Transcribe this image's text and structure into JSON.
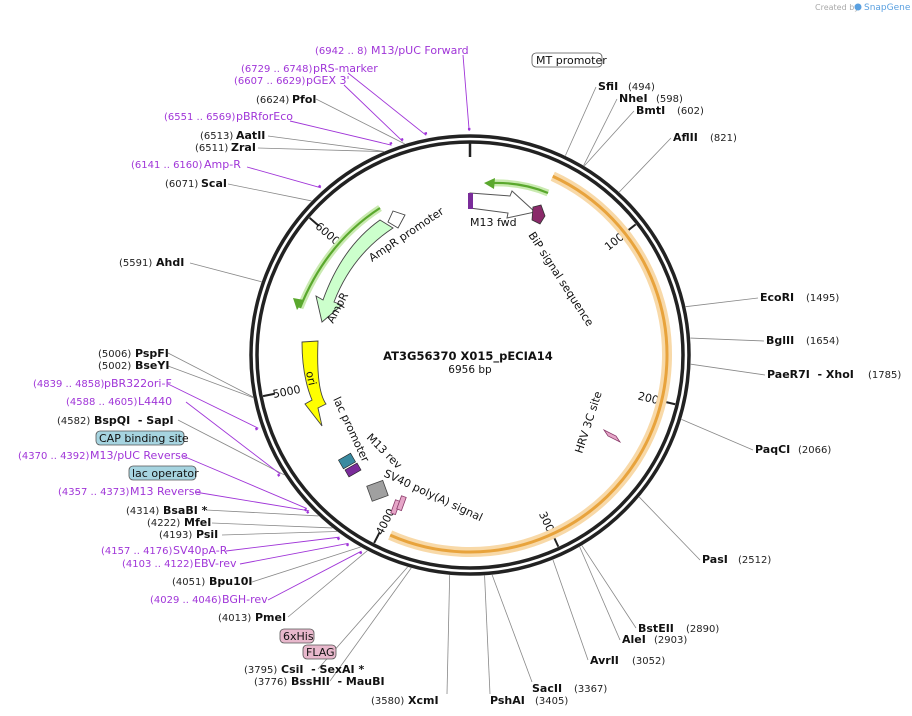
{
  "header": {
    "created_by": "Created by",
    "brand": "SnapGene"
  },
  "map": {
    "title": "AT3G56370 X015_pECIA14",
    "length_label": "6956 bp",
    "total_bp": 6956,
    "ticks": [
      {
        "bp": 1000,
        "label": "1000"
      },
      {
        "bp": 2000,
        "label": "2000"
      },
      {
        "bp": 3000,
        "label": "3000"
      },
      {
        "bp": 4000,
        "label": "4000"
      },
      {
        "bp": 5000,
        "label": "5000"
      },
      {
        "bp": 6000,
        "label": "6000"
      }
    ]
  },
  "sites_right": [
    {
      "name": "SfiI",
      "pos": "(494)",
      "bp": 494
    },
    {
      "name": "NheI",
      "pos": "(598)",
      "bp": 598
    },
    {
      "name": "BmtI",
      "pos": "(602)",
      "bp": 602
    },
    {
      "name": "AflII",
      "pos": "(821)",
      "bp": 821
    },
    {
      "name": "EcoRI",
      "pos": "(1495)",
      "bp": 1495
    },
    {
      "name": "BglII",
      "pos": "(1654)",
      "bp": 1654
    },
    {
      "name": "PaeR7I  - XhoI",
      "pos": "(1785)",
      "bp": 1785
    },
    {
      "name": "PaqCI",
      "pos": "(2066)",
      "bp": 2066
    },
    {
      "name": "PasI",
      "pos": "(2512)",
      "bp": 2512
    },
    {
      "name": "BstEII",
      "pos": "(2890)",
      "bp": 2890
    },
    {
      "name": "AleI",
      "pos": "(2903)",
      "bp": 2903
    },
    {
      "name": "AvrII",
      "pos": "(3052)",
      "bp": 3052
    },
    {
      "name": "SacII",
      "pos": "(3367)",
      "bp": 3367
    },
    {
      "name": "PshAI",
      "pos": "(3405)",
      "bp": 3405
    },
    {
      "name": "XcmI",
      "pos": "(3580)",
      "bp": 3580
    }
  ],
  "sites_left": [
    {
      "name": "PfoI",
      "pos": "(6624)",
      "bp": 6624
    },
    {
      "name": "AatII",
      "pos": "(6513)",
      "bp": 6513
    },
    {
      "name": "ZraI",
      "pos": "(6511)",
      "bp": 6511
    },
    {
      "name": "ScaI",
      "pos": "(6071)",
      "bp": 6071
    },
    {
      "name": "AhdI",
      "pos": "(5591)",
      "bp": 5591
    },
    {
      "name": "PspFI",
      "pos": "(5006)",
      "bp": 5006
    },
    {
      "name": "BseYI",
      "pos": "(5002)",
      "bp": 5002
    },
    {
      "name": "BspQI  - SapI",
      "pos": "(4582)",
      "bp": 4582
    },
    {
      "name": "BsaBI *",
      "pos": "(4314)",
      "bp": 4314
    },
    {
      "name": "MfeI",
      "pos": "(4222)",
      "bp": 4222
    },
    {
      "name": "PsiI",
      "pos": "(4193)",
      "bp": 4193
    },
    {
      "name": "Bpu10I",
      "pos": "(4051)",
      "bp": 4051
    },
    {
      "name": "PmeI",
      "pos": "(4013)",
      "bp": 4013
    },
    {
      "name": "CsiI  - SexAI *",
      "pos": "(3795)",
      "bp": 3795
    },
    {
      "name": "BssHII  - MauBI",
      "pos": "(3776)",
      "bp": 3776
    }
  ],
  "primers": [
    {
      "name": "M13/pUC Forward",
      "pos": "(6942 .. 8)",
      "bp": 6952
    },
    {
      "name": "pRS-marker",
      "pos": "(6729 .. 6748)",
      "bp": 6738
    },
    {
      "name": "pGEX 3'",
      "pos": "(6607 .. 6629)",
      "bp": 6618
    },
    {
      "name": "pBRforEco",
      "pos": "(6551 .. 6569)",
      "bp": 6560
    },
    {
      "name": "Amp-R",
      "pos": "(6141 .. 6160)",
      "bp": 6150
    },
    {
      "name": "pBR322ori-F",
      "pos": "(4839 .. 4858)",
      "bp": 4848
    },
    {
      "name": "L4440",
      "pos": "(4588 .. 4605)",
      "bp": 4596
    },
    {
      "name": "M13/pUC Reverse",
      "pos": "(4370 .. 4392)",
      "bp": 4381
    },
    {
      "name": "M13 Reverse",
      "pos": "(4357 .. 4373)",
      "bp": 4365
    },
    {
      "name": "SV40pA-R",
      "pos": "(4157 .. 4176)",
      "bp": 4166
    },
    {
      "name": "EBV-rev",
      "pos": "(4103 .. 4122)",
      "bp": 4112
    },
    {
      "name": "BGH-rev",
      "pos": "(4029 .. 4046)",
      "bp": 4037
    }
  ],
  "boxed_features": [
    {
      "name": "MT promoter",
      "color": "#ffffff"
    },
    {
      "name": "CAP binding site",
      "color": "#a6d4e0"
    },
    {
      "name": "lac operator",
      "color": "#a6d4e0"
    },
    {
      "name": "6xHis",
      "color": "#e8b8cc"
    },
    {
      "name": "FLAG",
      "color": "#e8b8cc"
    }
  ],
  "inner_features": [
    {
      "name": "M13 fwd"
    },
    {
      "name": "BiP signal sequence"
    },
    {
      "name": "HRV 3C site"
    },
    {
      "name": "AmpR promoter"
    },
    {
      "name": "AmpR"
    },
    {
      "name": "ori"
    },
    {
      "name": "lac promoter"
    },
    {
      "name": "M13 rev"
    },
    {
      "name": "SV40 poly(A) signal"
    }
  ],
  "colors": {
    "primer": "#a035d8",
    "insert_orange": "#e8a33c",
    "green_arrow": "#7ac943",
    "ampr_fill": "#ccffcc",
    "ori_fill": "#ffff00",
    "bip_fill": "#8a2a6a",
    "hrv_fill": "#e6a6c8"
  }
}
